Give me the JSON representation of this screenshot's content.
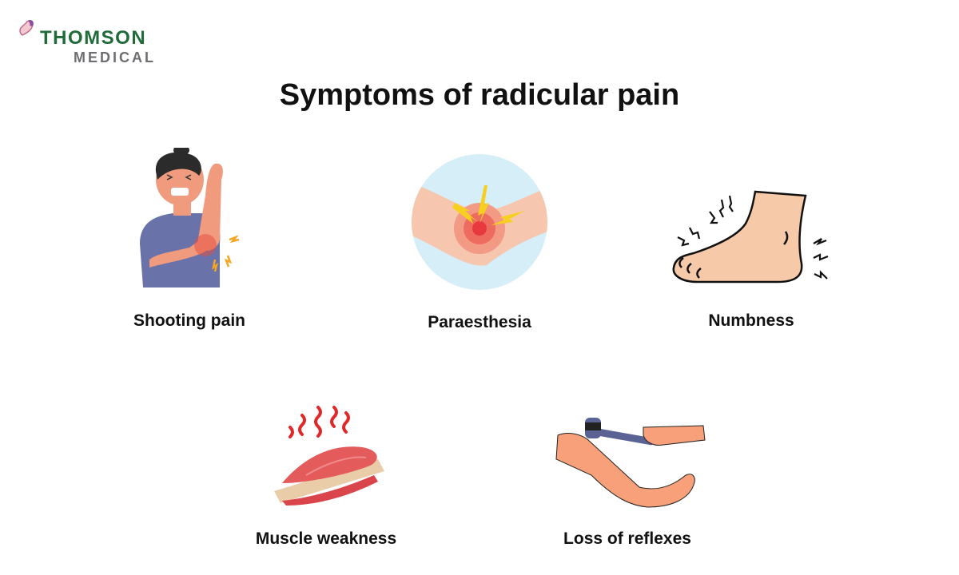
{
  "logo": {
    "name": "THOMSON",
    "sub": "MEDICAL",
    "brand_color": "#1f6b3a",
    "sub_color": "#6d6e71",
    "mark_color": "#8e4ca0"
  },
  "title": "Symptoms of radicular pain",
  "symptoms": [
    {
      "label": "Shooting pain",
      "icon": "person-arm-pain-icon"
    },
    {
      "label": "Paraesthesia",
      "icon": "elbow-tingling-icon"
    },
    {
      "label": "Numbness",
      "icon": "foot-numbness-icon"
    },
    {
      "label": "Muscle weakness",
      "icon": "muscle-weakness-icon"
    },
    {
      "label": "Loss of reflexes",
      "icon": "reflex-hammer-icon"
    }
  ]
}
